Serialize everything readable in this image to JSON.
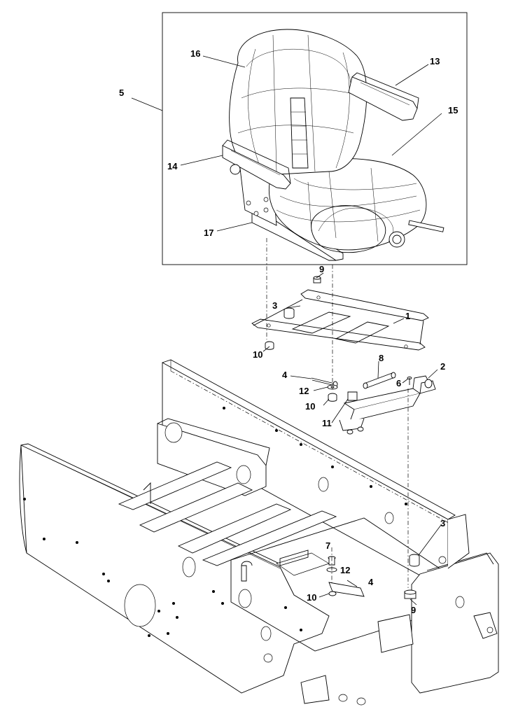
{
  "callouts": {
    "c1": "1",
    "c2": "2",
    "c3a": "3",
    "c3b": "3",
    "c4a": "4",
    "c4b": "4",
    "c5": "5",
    "c6": "6",
    "c7": "7",
    "c8": "8",
    "c9a": "9",
    "c9b": "9",
    "c10a": "10",
    "c10b": "10",
    "c10c": "10",
    "c11": "11",
    "c12a": "12",
    "c12b": "12",
    "c13": "13",
    "c14": "14",
    "c15": "15",
    "c16": "16",
    "c17": "17"
  }
}
